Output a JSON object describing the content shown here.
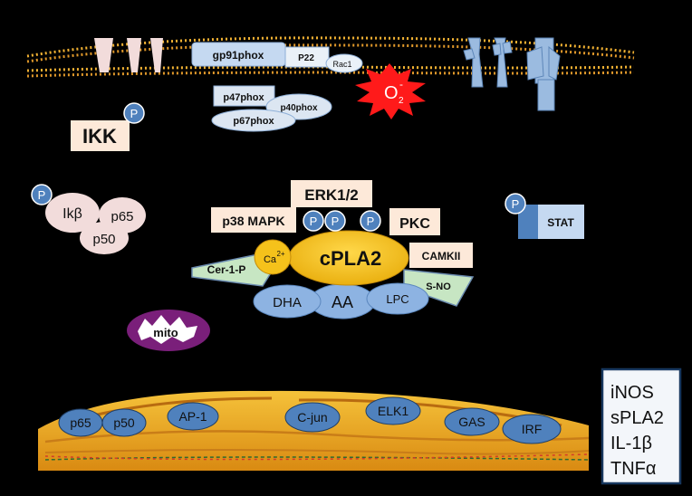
{
  "membrane": {
    "complex": {
      "gp91": "gp91phox",
      "p22": "P22",
      "rac1": "Rac1"
    },
    "cyto_subunits": {
      "p47": "p47phox",
      "p40": "p40phox",
      "p67": "p67phox"
    },
    "superoxide": {
      "base": "O",
      "sub": "2",
      "sup": "-"
    }
  },
  "ikk": {
    "label": "IKK",
    "phospho": "P"
  },
  "nfkb": {
    "ikb": "Ikβ",
    "p65": "p65",
    "p50": "p50",
    "phospho": "P"
  },
  "kinases": {
    "erk": "ERK1/2",
    "p38": "p38 MAPK",
    "pkc": "PKC",
    "camkii": "CAMKII",
    "phospho": "P"
  },
  "cpla2": {
    "label": "cPLA2",
    "ca": {
      "base": "Ca",
      "sup": "2+"
    },
    "cer1p": "Cer-1-P",
    "sno": "S-NO",
    "products": {
      "dha": "DHA",
      "aa": "AA",
      "lpc": "LPC"
    }
  },
  "stat": {
    "label": "STAT",
    "phospho": "P"
  },
  "mito": {
    "label": "mito"
  },
  "nucleus": {
    "factors": {
      "p65": "p65",
      "p50": "p50",
      "ap1": "AP-1",
      "cjun": "C-jun",
      "elk1": "ELK1",
      "gas": "GAS",
      "irf": "IRF"
    }
  },
  "outputs": {
    "inos": "iNOS",
    "spla2": "sPLA2",
    "il1b": {
      "base": "IL-1",
      "greek": "β"
    },
    "tnfa": {
      "base": "TNF",
      "greek": "α"
    }
  },
  "colors": {
    "background": "#000000",
    "membrane": "#f2b233",
    "receptor": "#9bbbe0",
    "cpla2": "#f5c21b",
    "phospho": "#4f81bd",
    "superoxide": "#ff1a1a",
    "mito": "#7a1f7a",
    "nucleus": "#f0a321",
    "nfkb": "#f2dcdb",
    "kinase_box": "#fde9d9"
  }
}
